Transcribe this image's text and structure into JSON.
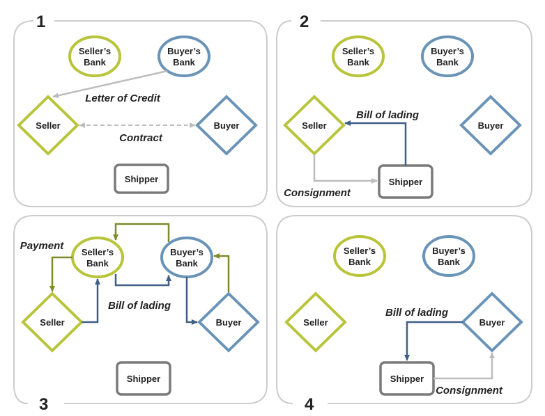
{
  "colors": {
    "green": "#b8c43a",
    "blue": "#6a93b8",
    "grey": "#7a7a7a",
    "panel_border": "#cccccc",
    "arrow_blue": "#3f5f85",
    "arrow_olive": "#7f8a2a",
    "arrow_grey": "#bdbdbd",
    "contract_dash": "#bdbdbd"
  },
  "panels": [
    {
      "number": "1"
    },
    {
      "number": "2"
    },
    {
      "number": "3"
    },
    {
      "number": "4"
    }
  ],
  "labels": {
    "sellers_bank": [
      "Seller’s",
      "Bank"
    ],
    "buyers_bank": [
      "Buyer’s",
      "Bank"
    ],
    "seller": "Seller",
    "buyer": "Buyer",
    "shipper": "Shipper",
    "letter_of_credit": "Letter of Credit",
    "contract": "Contract",
    "bill_of_lading": "Bill of lading",
    "consignment": "Consignment",
    "payment": "Payment"
  }
}
